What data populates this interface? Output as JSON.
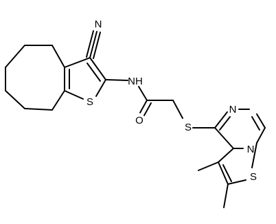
{
  "molecule": {
    "atoms": {
      "n_nitrile": "N",
      "s_thiophene_left": "S",
      "nh_amide": "NH",
      "o_carbonyl": "O",
      "s_thioether": "S",
      "n_pyrimidine_top": "N",
      "n_pyrimidine_bottom": "N",
      "s_thiophene_right": "S"
    }
  }
}
